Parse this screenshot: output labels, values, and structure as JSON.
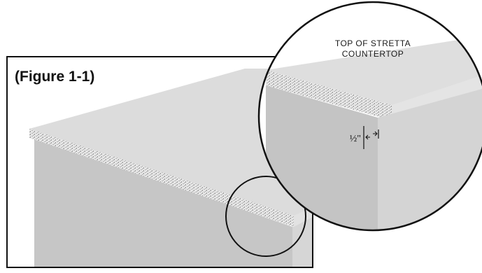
{
  "figure": {
    "label": "(Figure 1-1)"
  },
  "callout": {
    "line1": "TOP OF STRETTA",
    "line2": "COUNTERTOP"
  },
  "dimension": {
    "label": "½\""
  },
  "colors": {
    "frame": "#111111",
    "top_surface": "#d9d9d9",
    "front_face": "#c8c8c8",
    "side_face": "#d4d4d4",
    "edge_texture": "#bdbdbd"
  }
}
